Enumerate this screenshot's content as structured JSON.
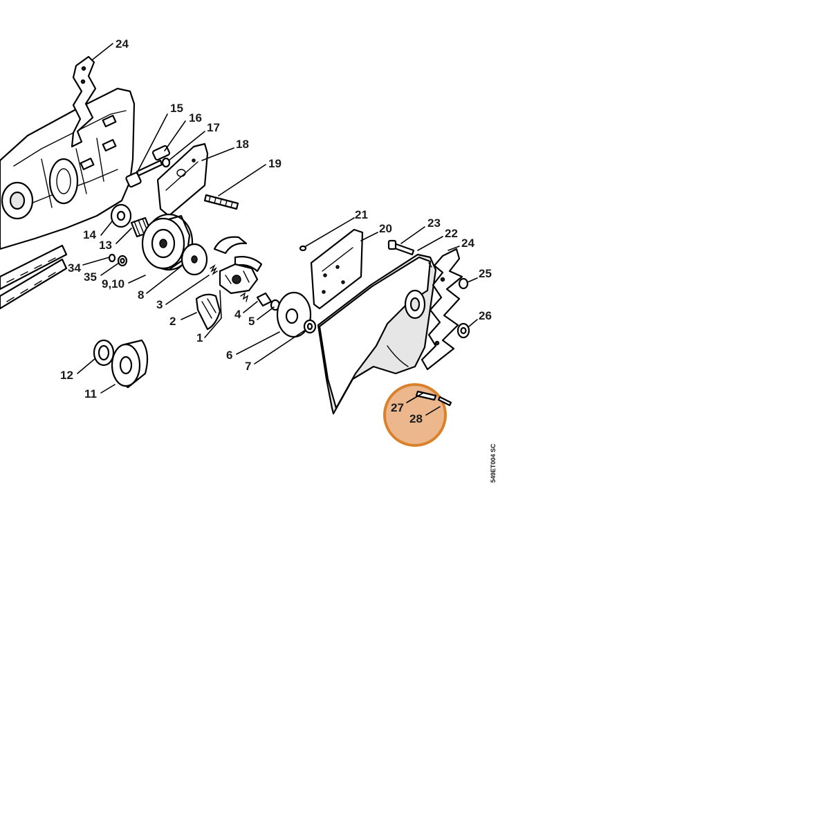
{
  "drawing_number": "549ET004 SC",
  "highlight_color": "#e8a774",
  "highlight_border_color": "#d9822b",
  "callouts": {
    "c24a": "24",
    "c15": "15",
    "c16": "16",
    "c17": "17",
    "c18": "18",
    "c19": "19",
    "c14": "14",
    "c13": "13",
    "c34": "34",
    "c35": "35",
    "c910": "9,10",
    "c8": "8",
    "c3": "3",
    "c2": "2",
    "c1": "1",
    "c4": "4",
    "c5": "5",
    "c6": "6",
    "c7": "7",
    "c12": "12",
    "c11": "11",
    "c21": "21",
    "c20": "20",
    "c23": "23",
    "c22": "22",
    "c24b": "24",
    "c25": "25",
    "c26": "26",
    "c27": "27",
    "c28": "28"
  }
}
